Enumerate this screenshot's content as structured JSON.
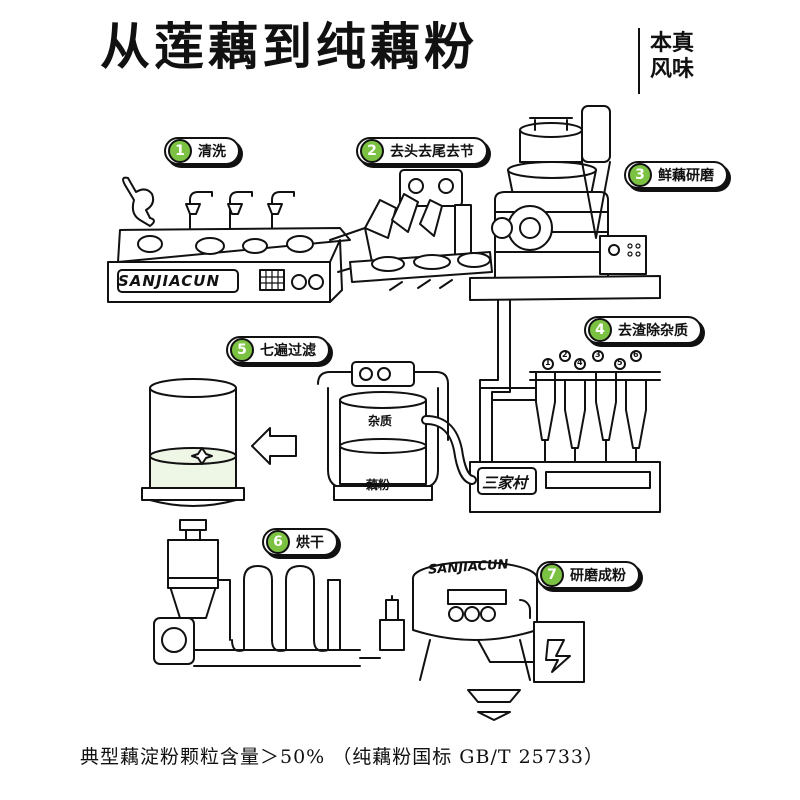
{
  "header": {
    "title": "从莲藕到纯藕粉",
    "tagline": [
      "本真",
      "风味"
    ]
  },
  "steps": [
    {
      "num": "1",
      "label": "清洗"
    },
    {
      "num": "2",
      "label": "去头去尾去节"
    },
    {
      "num": "3",
      "label": "鲜藕研磨"
    },
    {
      "num": "4",
      "label": "去渣除杂质"
    },
    {
      "num": "5",
      "label": "七遍过滤"
    },
    {
      "num": "6",
      "label": "烘干"
    },
    {
      "num": "7",
      "label": "研磨成粉"
    }
  ],
  "machine_labels": {
    "brand": "SANJIACUN",
    "brand_cn": "三家村",
    "impurity": "杂质",
    "lotus_powder": "藕粉"
  },
  "filter_numbers": [
    "1",
    "2",
    "3",
    "4",
    "5",
    "6"
  ],
  "footer": "典型藕淀粉颗粒含量＞50% （纯藕粉国标 GB/T 25733）"
}
